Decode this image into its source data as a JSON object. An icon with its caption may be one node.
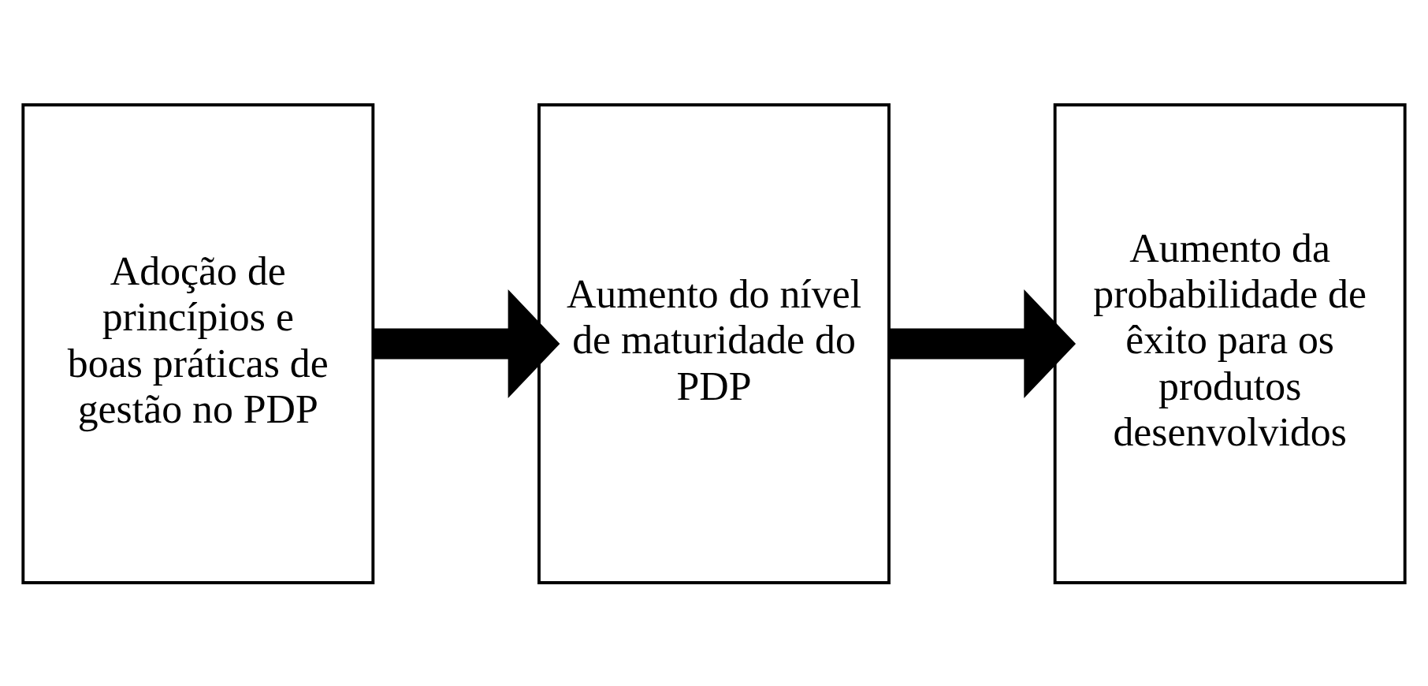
{
  "diagram": {
    "nodes": [
      {
        "text": [
          "Adoção de princípios e boas práticas de gestão no PDP"
        ]
      },
      {
        "text": [
          "Aumento do nível de maturidade do PDP"
        ]
      },
      {
        "text": [
          "Aumento da probabilidade de êxito para os produtos desenvolvidos"
        ]
      }
    ],
    "edges": [
      {
        "from": 0,
        "to": 1,
        "arrow": "to"
      },
      {
        "from": 1,
        "to": 2,
        "arrow": "to"
      }
    ]
  }
}
